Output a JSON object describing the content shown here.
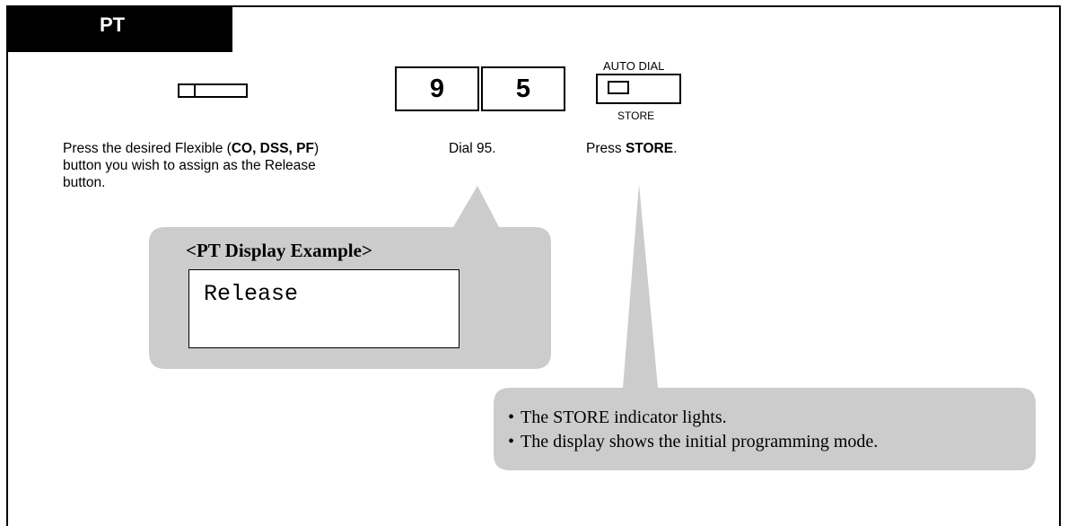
{
  "header": {
    "tab_label": "PT"
  },
  "step1": {
    "description_parts": [
      "Press the desired Flexible (",
      "CO, DSS, PF",
      ") button you wish to assign as the Release button."
    ]
  },
  "step2": {
    "keys": [
      "9",
      "5"
    ],
    "description": "Dial 95."
  },
  "step3": {
    "button_top_label": "AUTO DIAL",
    "button_bottom_label": "STORE",
    "description_prefix": "Press ",
    "description_bold": "STORE",
    "description_suffix": "."
  },
  "display_example": {
    "title": "<PT Display Example>",
    "screen_text": "Release"
  },
  "notes": [
    "The STORE indicator lights.",
    "The display shows the initial programming mode."
  ],
  "colors": {
    "callout": "#cccccc",
    "tab": "#000000"
  }
}
